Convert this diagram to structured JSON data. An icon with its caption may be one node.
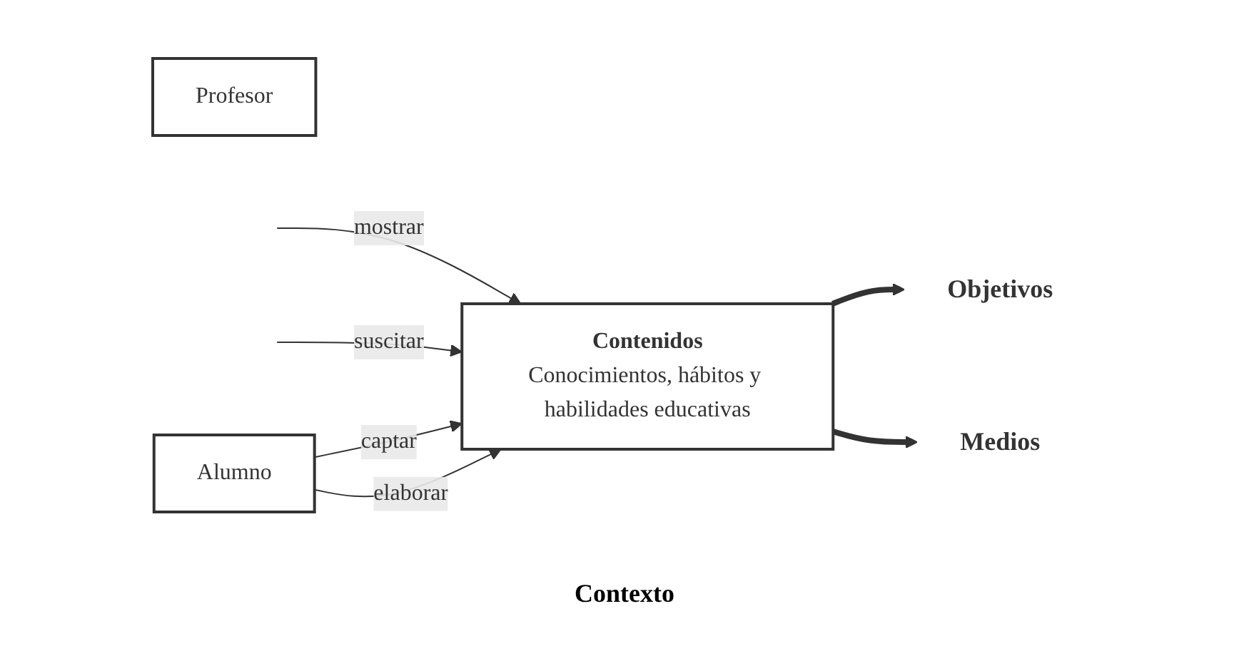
{
  "diagram": {
    "nodes": [
      {
        "text": [
          "Objetivos"
        ]
      },
      {
        "text": [
          "Contenidos",
          "Conocimientos, hábitos y habilidades educativas"
        ]
      },
      {
        "text": [
          "Profesor"
        ]
      },
      {
        "text": [
          "Alumno"
        ]
      },
      {
        "text": [
          "Medios"
        ]
      }
    ],
    "edges": [
      {
        "from": 1,
        "to": 0,
        "arrow": "to",
        "style": "thick"
      },
      {
        "from": 1,
        "to": 4,
        "arrow": "to",
        "style": "thick"
      },
      {
        "from": null,
        "to": 1,
        "arrow": "to",
        "label": "mostrar"
      },
      {
        "from": null,
        "to": 1,
        "arrow": "to",
        "label": "suscitar"
      },
      {
        "from": 3,
        "to": 1,
        "arrow": "to",
        "label": "captar"
      },
      {
        "from": 3,
        "to": 1,
        "arrow": "to",
        "label": "elaborar"
      }
    ],
    "labels": [
      "Contexto"
    ]
  }
}
